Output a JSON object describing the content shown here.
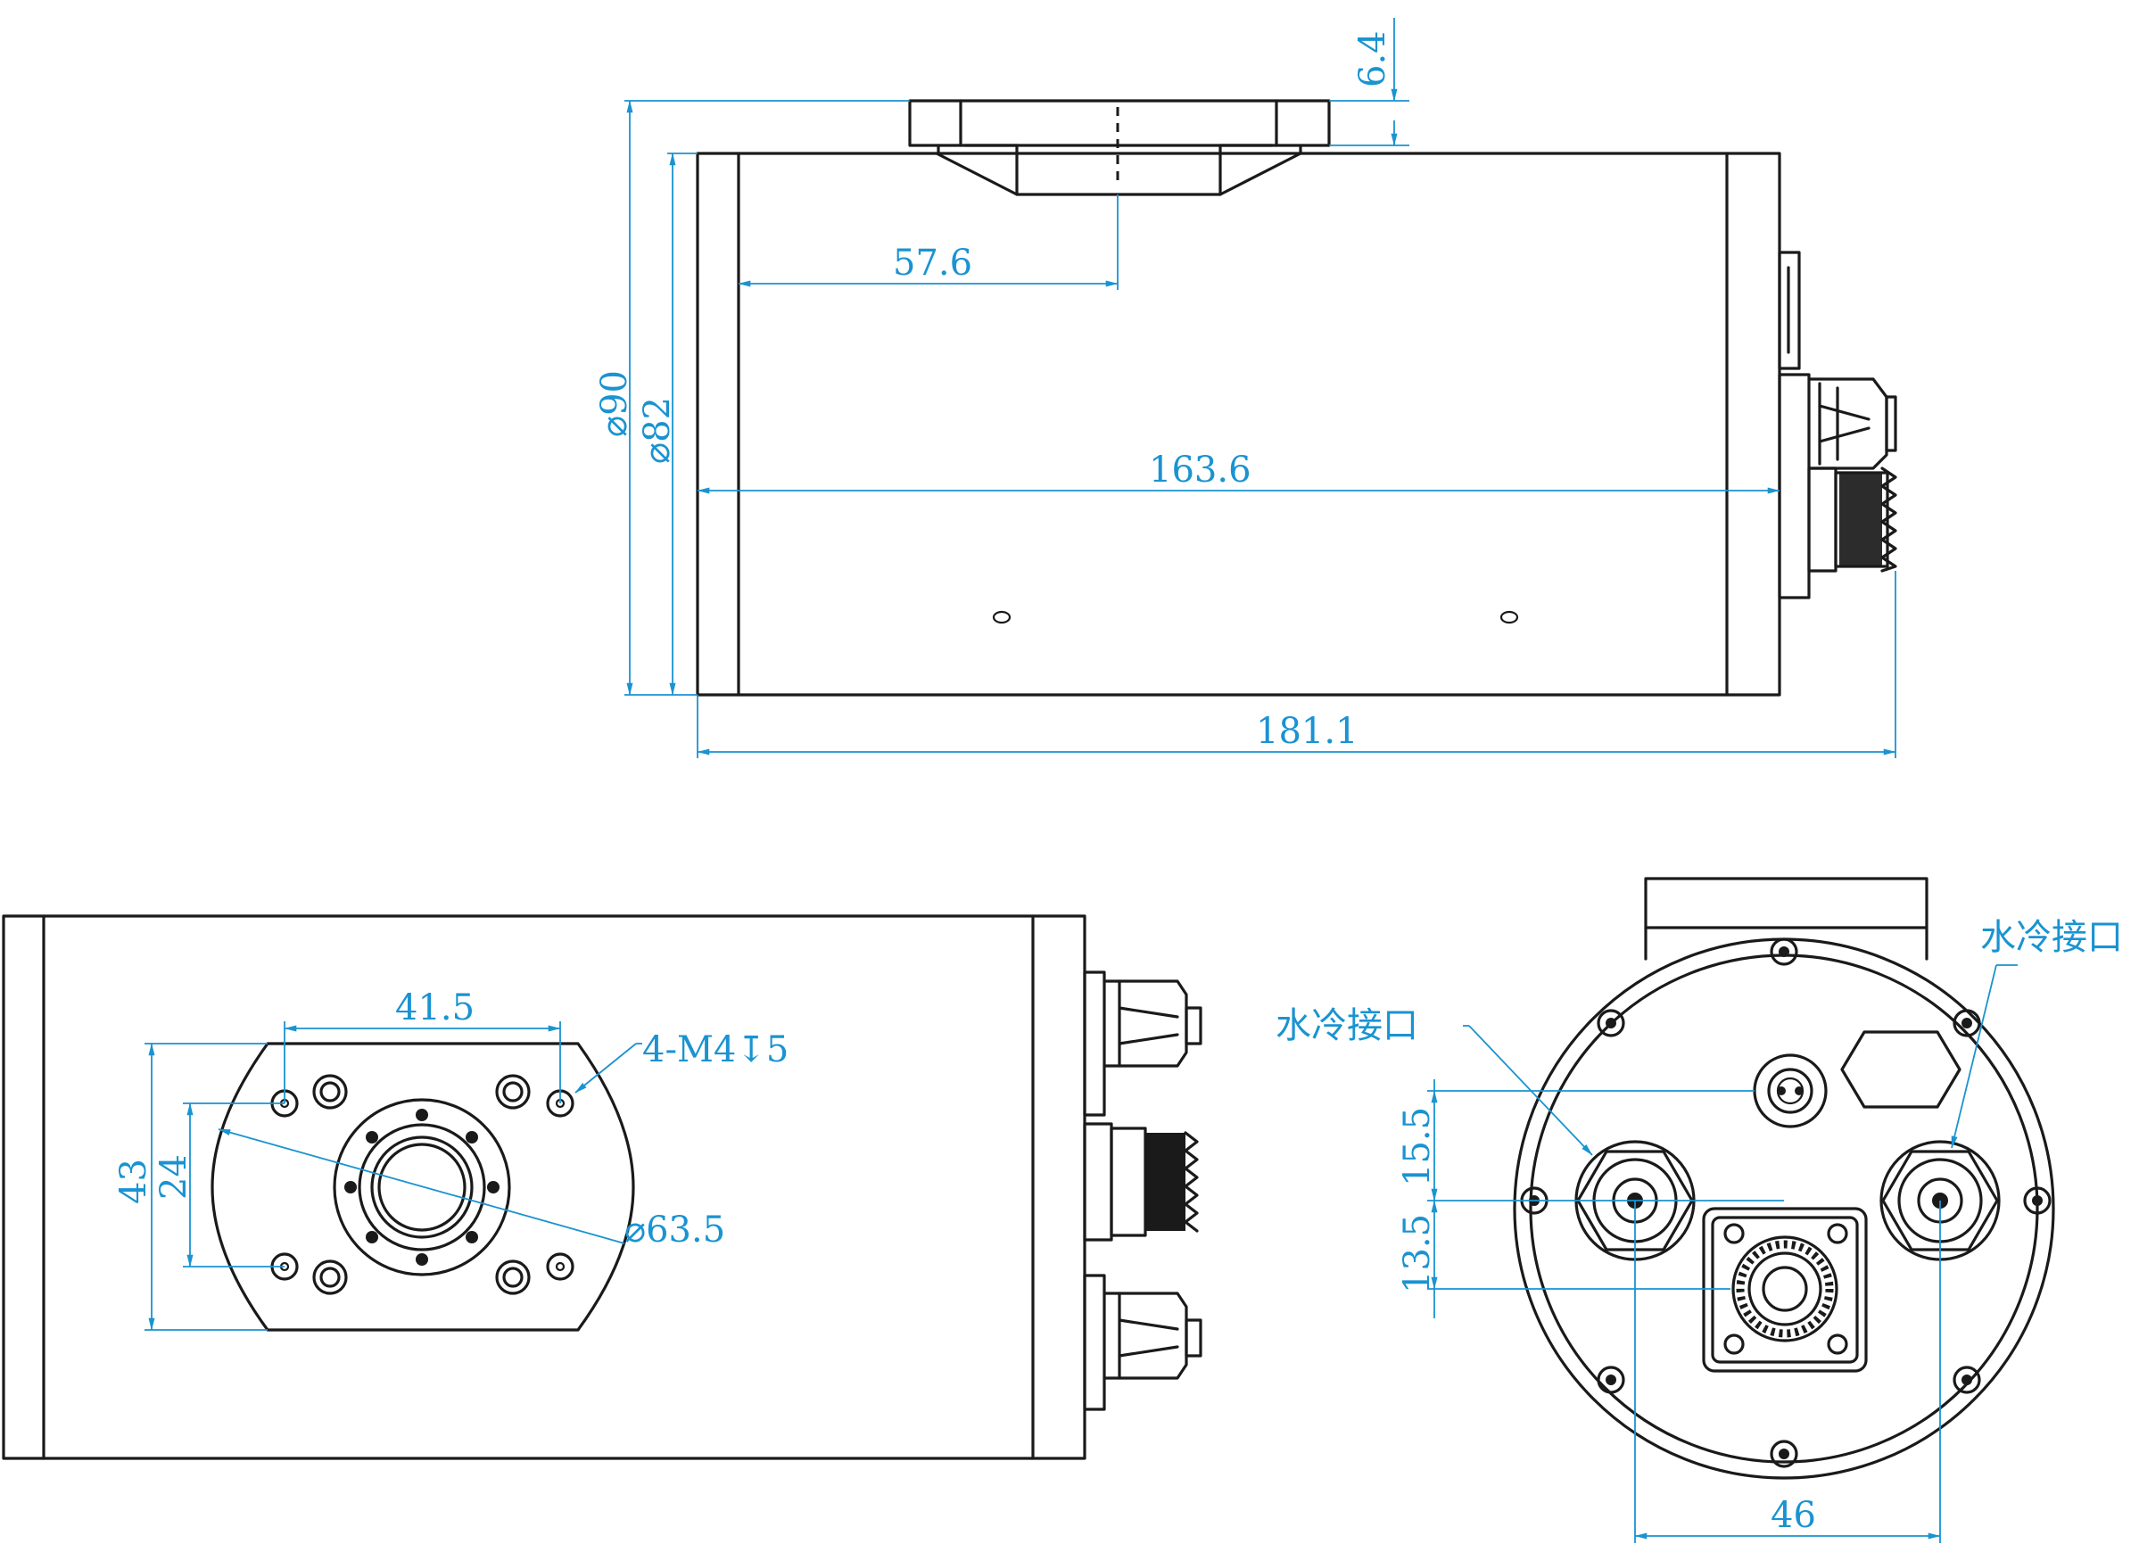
{
  "dimensions": {
    "flange_height": "6.4",
    "flange_offset": "57.6",
    "body_diameter_outer": "⌀90",
    "body_diameter_inner": "⌀82",
    "body_length": "163.6",
    "total_length": "181.1",
    "hole_spacing_horizontal": "41.5",
    "hole_spec": "4-M4↧5",
    "plate_height": "43",
    "hole_spacing_vertical": "24",
    "bolt_circle_diameter": "⌀63.5",
    "port_offset_upper": "15.5",
    "port_offset_lower": "13.5",
    "port_spacing": "46"
  },
  "labels": {
    "water_cooling_left": "水冷接口",
    "water_cooling_right": "水冷接口"
  },
  "colors": {
    "part_line": "#1a1a1a",
    "dimension_line": "#1a93d1"
  }
}
